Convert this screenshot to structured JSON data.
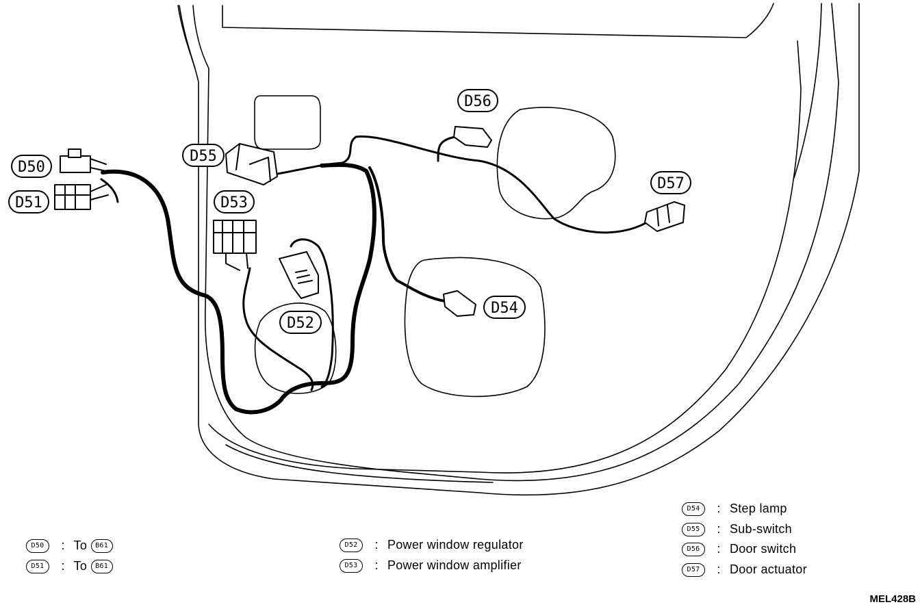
{
  "callouts": {
    "d50": "D50",
    "d51": "D51",
    "d52": "D52",
    "d53": "D53",
    "d54": "D54",
    "d55": "D55",
    "d56": "D56",
    "d57": "D57"
  },
  "legend": {
    "left": [
      {
        "code": "D50",
        "sep": ":",
        "text": "To",
        "ref": "B61"
      },
      {
        "code": "D51",
        "sep": ":",
        "text": "To",
        "ref": "B61"
      }
    ],
    "middle": [
      {
        "code": "D52",
        "sep": ":",
        "text": "Power window regulator"
      },
      {
        "code": "D53",
        "sep": ":",
        "text": "Power window amplifier"
      }
    ],
    "right": [
      {
        "code": "D54",
        "sep": ":",
        "text": "Step lamp"
      },
      {
        "code": "D55",
        "sep": ":",
        "text": "Sub-switch"
      },
      {
        "code": "D56",
        "sep": ":",
        "text": "Door switch"
      },
      {
        "code": "D57",
        "sep": ":",
        "text": "Door actuator"
      }
    ]
  },
  "figure_code": "MEL428B"
}
